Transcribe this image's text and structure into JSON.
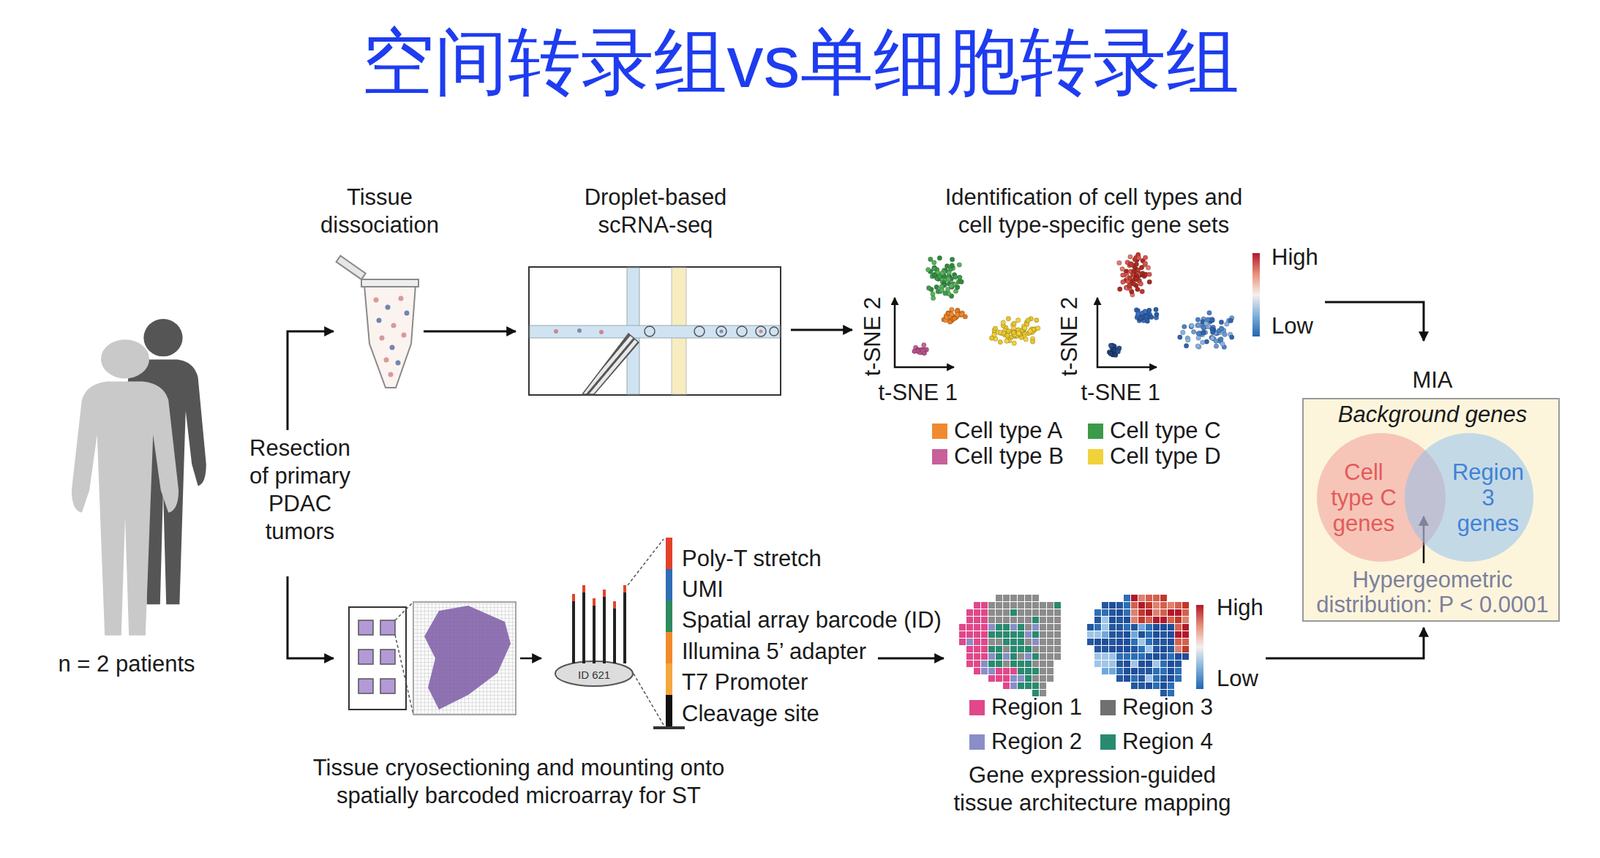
{
  "diagram": {
    "title": "空间转录组vs单细胞转录组",
    "nodes": [
      {
        "text": [
          "MIA",
          "Background genes",
          "Hypergeometric distribution: P < 0.0001"
        ]
      },
      {
        "text": [
          "Cell type C genes"
        ],
        "in": 0
      },
      {
        "text": [
          "Region 3 genes"
        ],
        "in": 0
      }
    ],
    "labels": [
      "Tissue dissociation",
      "Droplet-based scRNA-seq",
      "Identification of cell types and cell type-specific gene sets",
      "t-SNE 2",
      "t-SNE 1",
      "t-SNE 2",
      "t-SNE 1",
      "High",
      "Low",
      "Resection of primary PDAC tumors",
      "n = 2 patients",
      "ID 621",
      "Poly-T stretch",
      "UMI",
      "Spatial array barcode (ID)",
      "Illumina 5’ adapter",
      "T7 Promoter",
      "Cleavage site",
      "Tissue cryosectioning and mounting onto spatially barcoded microarray for ST",
      "High",
      "Low",
      "Gene expression-guided tissue architecture mapping"
    ],
    "legend": [
      {
        "text": "Cell type A",
        "color": "#f08a30"
      },
      {
        "text": "Cell type C",
        "color": "#3c9a48"
      },
      {
        "text": "Cell type B",
        "color": "#c8609a"
      },
      {
        "text": "Cell type D",
        "color": "#f2d23a"
      },
      {
        "text": "Region 1",
        "color": "#e0488a"
      },
      {
        "text": "Region 3",
        "color": "#707070"
      },
      {
        "text": "Region 2",
        "color": "#8a8ec8"
      },
      {
        "text": "Region 4",
        "color": "#2a8a70"
      }
    ]
  }
}
